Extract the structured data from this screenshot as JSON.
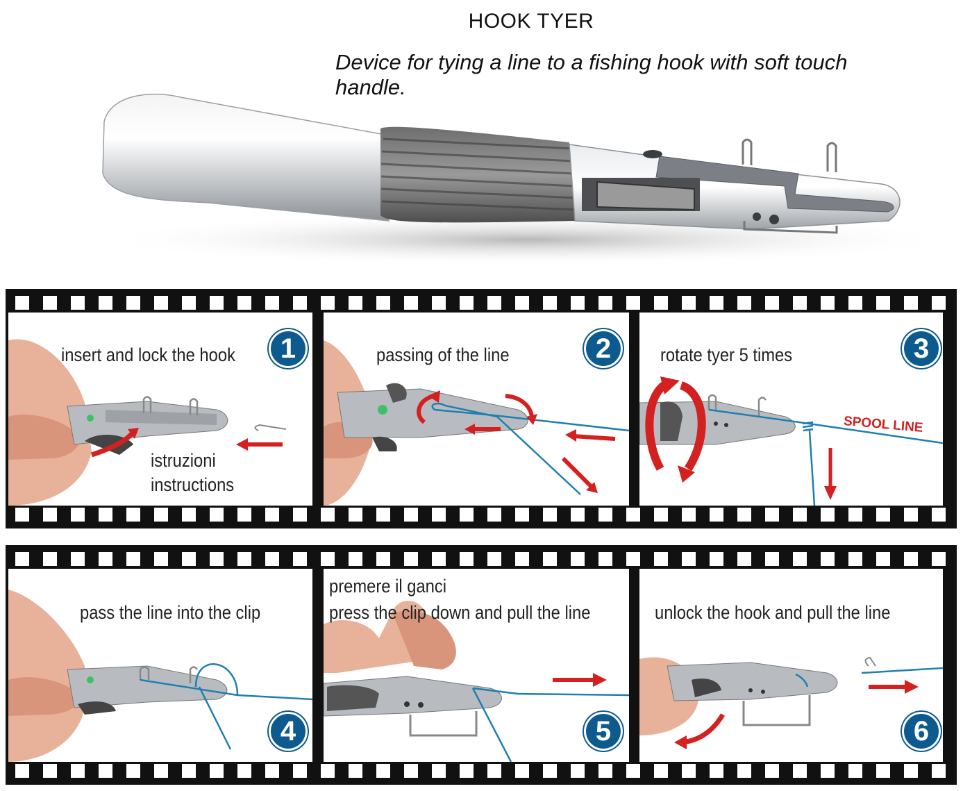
{
  "header": {
    "title": "HOOK TYER",
    "subtitle": "Device for tying a line to a fishing hook with soft touch handle."
  },
  "steps": [
    {
      "number": "1",
      "caption": "insert and lock the hook",
      "extra": [
        "istruzioni",
        "instructions"
      ]
    },
    {
      "number": "2",
      "caption": "passing of the line"
    },
    {
      "number": "3",
      "caption": "rotate tyer 5 times",
      "label": "SPOOL LINE"
    },
    {
      "number": "4",
      "caption": "pass the line into the clip"
    },
    {
      "number": "5",
      "caption_lines": [
        "premere il ganci",
        "press the clip down and pull the line"
      ]
    },
    {
      "number": "6",
      "caption": "unlock the hook and pull the line"
    }
  ],
  "colors": {
    "badge": "#0d5a8e",
    "arrow": "#d32020",
    "line": "#1f7fb0",
    "film": "#111111"
  }
}
